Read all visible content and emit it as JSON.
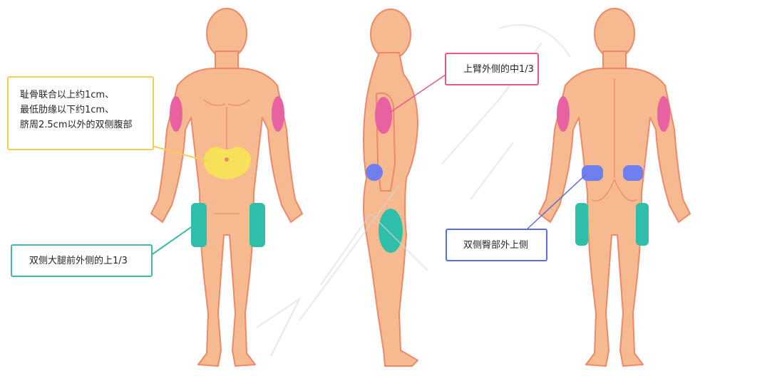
{
  "callouts": {
    "abdomen": {
      "lines": [
        "耻骨联合以上约1cm、",
        "最低肋缘以下约1cm、",
        "脐周2.5cm以外的双侧腹部"
      ]
    },
    "thigh": {
      "text": "双侧大腿前外侧的上1/3"
    },
    "upper_arm": {
      "text": "上臂外侧的中1/3"
    },
    "buttock": {
      "text": "双侧臀部外上侧"
    }
  },
  "colors": {
    "skin": "#f7b990",
    "outline": "#ea8a6a",
    "abdomen_zone": "#f7e05a",
    "thigh_zone": "#2fbfa8",
    "arm_zone": "#e862a2",
    "buttock_zone": "#6f7ff0",
    "abdomen_border": "#f3cf55",
    "thigh_border": "#3fb8a5",
    "arm_border": "#df5b8f",
    "buttock_border": "#5b6fd8",
    "watermark": "#d8d8d8"
  }
}
